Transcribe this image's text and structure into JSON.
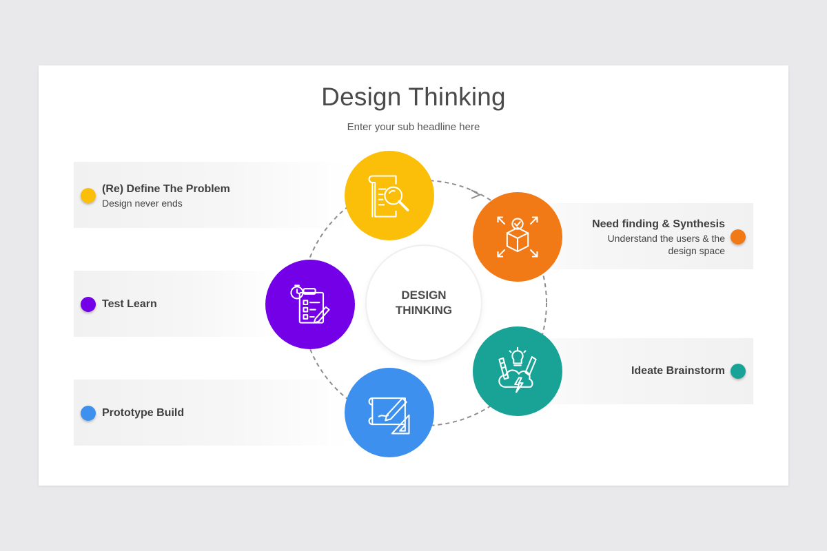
{
  "title": "Design Thinking",
  "subtitle": "Enter your sub headline here",
  "center": {
    "line1": "DESIGN",
    "line2": "THINKING"
  },
  "steps": [
    {
      "title": "(Re) Define The Problem",
      "desc": "Design never ends",
      "color": "#fbbf0a",
      "icon": "document-magnifier-icon"
    },
    {
      "title": "Need finding & Synthesis",
      "desc_line1": "Understand the users & the",
      "desc_line2": "design space",
      "color": "#f27a16",
      "icon": "box-arrows-icon"
    },
    {
      "title": "Ideate Brainstorm",
      "color": "#18a396",
      "icon": "idea-cloud-icon"
    },
    {
      "title": "Prototype Build",
      "color": "#3d90ee",
      "icon": "blueprint-ruler-icon"
    },
    {
      "title": "Test Learn",
      "color": "#7300e6",
      "icon": "checklist-stopwatch-icon"
    }
  ]
}
